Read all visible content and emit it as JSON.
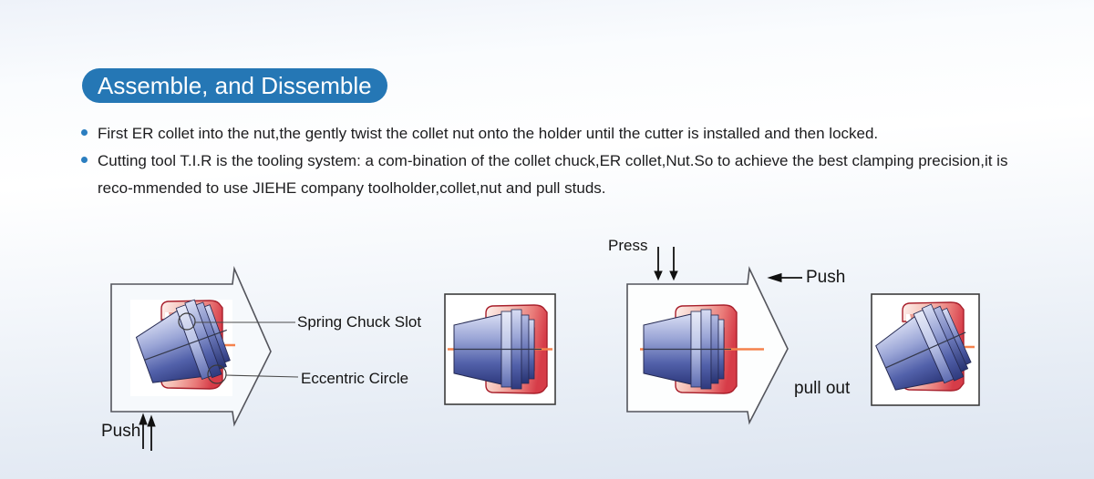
{
  "header": {
    "title": "Assemble, and Dissemble"
  },
  "bullets": [
    "First ER collet into the nut,the gently twist the collet nut onto the holder until the cutter is installed and then locked.",
    "Cutting tool T.I.R is the tooling system: a com-bination of the collet chuck,ER collet,Nut.So to achieve the best clamping precision,it is reco-mmended to use JIEHE company toolholder,collet,nut and pull studs."
  ],
  "diagram": {
    "press": "Press",
    "push_insert": "Push",
    "push_remove": "Push",
    "pull_out": "pull out",
    "spring_chuck_slot": "Spring Chuck Slot",
    "eccentric_circle": "Eccentric Circle",
    "colors": {
      "accent_blue": "#2577b5",
      "nut_red": "#d63c48",
      "collet_blue": "#4a58a5",
      "centerline_orange": "#f5824d"
    }
  }
}
